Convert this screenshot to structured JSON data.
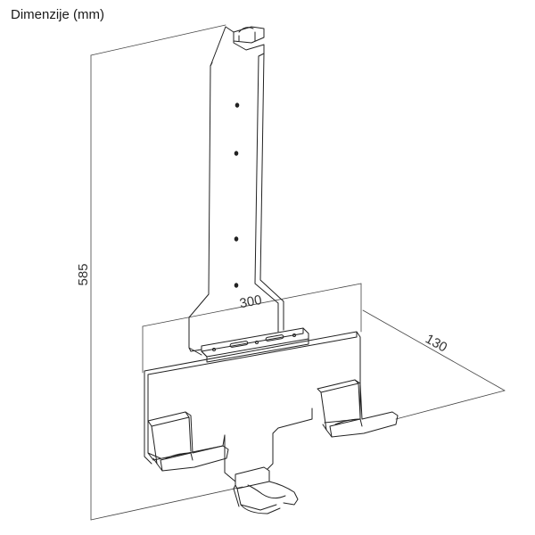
{
  "title": "Dimenzije (mm)",
  "dimensions": {
    "height": "585",
    "width": "300",
    "depth": "130"
  },
  "colors": {
    "line": "#222222",
    "dimension_line": "#444444",
    "background": "#ffffff"
  }
}
